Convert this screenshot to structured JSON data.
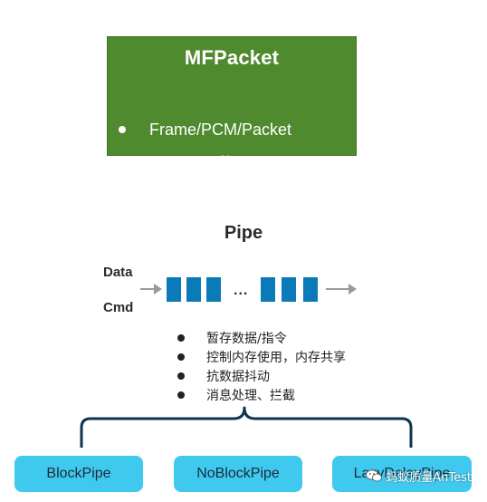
{
  "packet": {
    "title": "MFPacket",
    "items": [
      "Frame/PCM/Packet",
      "Command/Message"
    ]
  },
  "pipe": {
    "title": "Pipe",
    "data_label": "Data",
    "cmd_label": "Cmd",
    "ellipsis": "...",
    "features": [
      "暂存数据/指令",
      "控制内存使用，内存共享",
      "抗数据抖动",
      "消息处理、拦截"
    ]
  },
  "pipe_types": [
    "BlockPipe",
    "NoBlockPipe",
    "LazyDelayPipe"
  ],
  "watermark": {
    "text": "蚂蚁质量AnTest",
    "icon": "wechat-icon"
  },
  "colors": {
    "packet_bg": "#4f8a2e",
    "pipe_block": "#0a7ab8",
    "brace": "#0d3550",
    "pipe_type_bg": "#40c9ef",
    "arrow": "#9a9a9a"
  }
}
